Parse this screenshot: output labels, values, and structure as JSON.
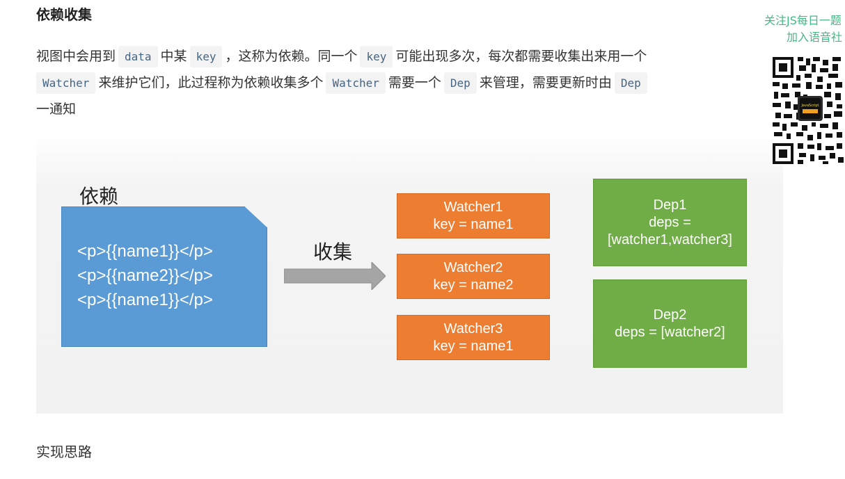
{
  "article": {
    "heading": "依赖收集",
    "paragraph": {
      "t1": "视图中会用到",
      "c1": "data",
      "t2": "中某",
      "c2": "key",
      "t3": "，这称为依赖。同一个",
      "c3": "key",
      "t4": "可能出现多次，每次都需要收集出来用一个",
      "c4": "Watcher",
      "t5": "来维护它们，此过程称为依赖收集多个",
      "c5": "Watcher",
      "t6": "需要一个",
      "c6": "Dep",
      "t7": "来管理，需要更新时由",
      "c7": "Dep",
      "t8": "一通知"
    },
    "next_section": "实现思路"
  },
  "figure": {
    "dependency_label": "依赖",
    "template_lines": [
      "<p>{{name1}}</p>",
      "<p>{{name2}}</p>",
      "<p>{{name1}}</p>"
    ],
    "collect_label": "收集",
    "watchers": [
      {
        "name": "Watcher1",
        "key": "key = name1"
      },
      {
        "name": "Watcher2",
        "key": "key = name2"
      },
      {
        "name": "Watcher3",
        "key": "key = name1"
      }
    ],
    "deps": [
      {
        "name": "Dep1",
        "deps_line1": "deps =",
        "deps_line2": "[watcher1,watcher3]"
      },
      {
        "name": "Dep2",
        "deps_line1": "deps = [watcher2]"
      }
    ],
    "colors": {
      "template": "#5b9bd5",
      "watcher": "#ed7d31",
      "dep": "#70ad47",
      "arrow": "#a5a5a5"
    }
  },
  "sidebar": {
    "line1": "关注JS每日一题",
    "line2": "加入语音社",
    "qr_inner_label": "JavaScript",
    "accent": "#42b983"
  }
}
